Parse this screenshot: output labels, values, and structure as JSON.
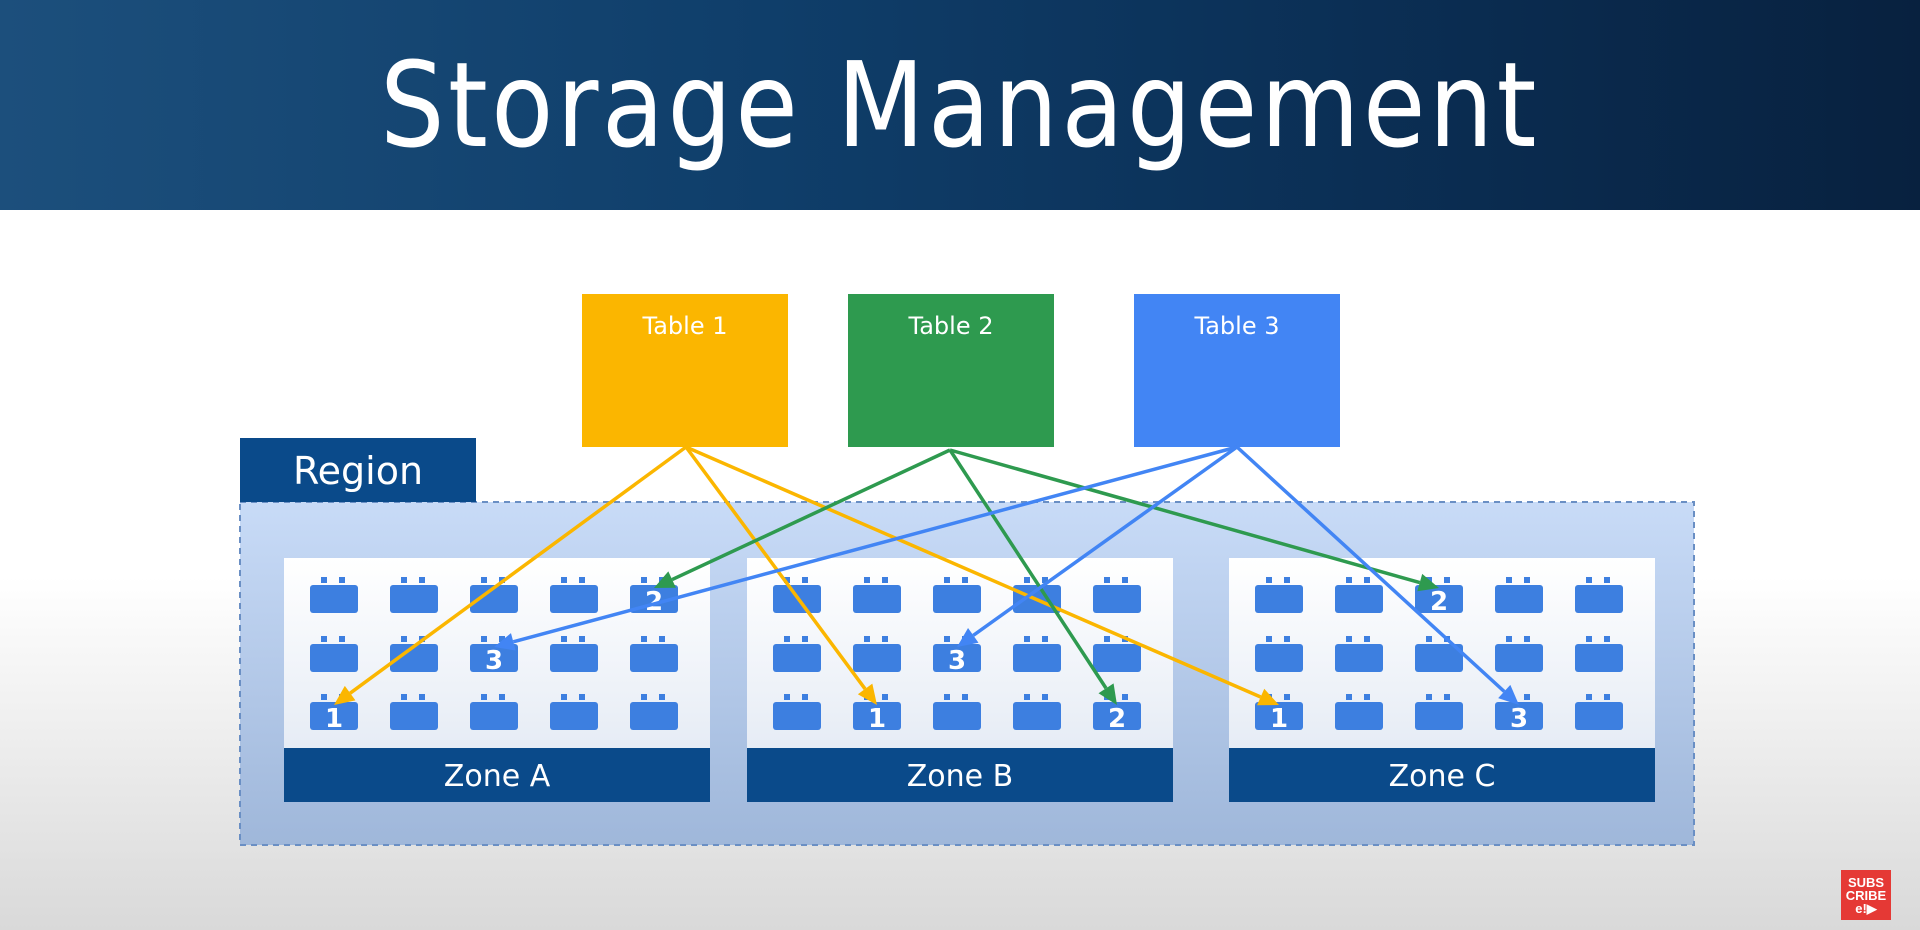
{
  "header": {
    "title": "Storage Management"
  },
  "tables": [
    {
      "label": "Table 1",
      "color": "#fbb600"
    },
    {
      "label": "Table 2",
      "color": "#2e9a4f"
    },
    {
      "label": "Table 3",
      "color": "#4285f4"
    }
  ],
  "region": {
    "label": "Region"
  },
  "zones": [
    {
      "label": "Zone A",
      "markers": [
        "",
        "",
        "",
        "",
        "2",
        "",
        "",
        "3",
        "",
        "",
        "1",
        "",
        "",
        "",
        ""
      ]
    },
    {
      "label": "Zone B",
      "markers": [
        "",
        "",
        "",
        "",
        "",
        "",
        "",
        "3",
        "",
        "",
        "",
        "1",
        "",
        "",
        "2"
      ]
    },
    {
      "label": "Zone C",
      "markers": [
        "",
        "",
        "2",
        "",
        "",
        "",
        "",
        "",
        "",
        "",
        "1",
        "",
        "",
        "3",
        ""
      ]
    }
  ],
  "connections": [
    {
      "table": 0,
      "zone": 0,
      "node": 10
    },
    {
      "table": 0,
      "zone": 1,
      "node": 11
    },
    {
      "table": 0,
      "zone": 2,
      "node": 10
    },
    {
      "table": 1,
      "zone": 0,
      "node": 4
    },
    {
      "table": 1,
      "zone": 1,
      "node": 14
    },
    {
      "table": 1,
      "zone": 2,
      "node": 2
    },
    {
      "table": 2,
      "zone": 0,
      "node": 7
    },
    {
      "table": 2,
      "zone": 1,
      "node": 7
    },
    {
      "table": 2,
      "zone": 2,
      "node": 13
    }
  ],
  "colors": {
    "header_bg": "#0f3e6a",
    "zone_label_bg": "#0a4a8a",
    "node": "#3d7fe0",
    "region_fill": "#c6d8f2"
  },
  "badge": {
    "line1": "SUBS",
    "line2": "CRIBE",
    "line3": "e!▶"
  }
}
